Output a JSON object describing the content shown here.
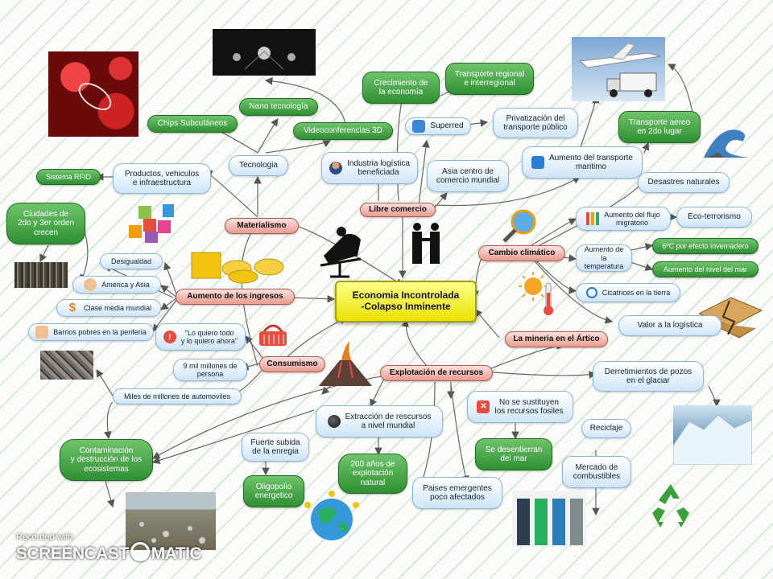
{
  "colors": {
    "green": "#2f8f33",
    "blue": "#cfe5f8",
    "red": "#e79c91",
    "central": "#e9e100"
  },
  "central": "Economia Incontrolada\n-Colapso Inminente",
  "green_nodes": {
    "nano": "Nano tecnología",
    "chips": "Chips Subcutáneos",
    "video": "Videoconferencias 3D",
    "crecimiento": "Crecimiento de\nla economía",
    "transporte_regional": "Transporte regional\ne interregional",
    "transporte_aereo": "Transporte aereo\nen 2do lugar",
    "sistema_rfid": "Sistema RFID",
    "ciudades": "Ciudades de\n2do y 3er orden\ncrecen",
    "grados": "6ºC por efecto invernadero",
    "nivel_mar": "Aumento del nivel del mar",
    "desentierran": "Se desentierran\ndel mar",
    "contaminacion": "Contaminación\ny destrucción de los\necosistemas",
    "oligopolio": "Oligopolio\nenergetico",
    "doscientos": "200 años de\nexplotación\nnatural"
  },
  "blue_nodes": {
    "superred": "Superred",
    "privatizacion": "Privatización del\ntransporte público",
    "industria": "Industria logística\nbeneficiada",
    "asia_centro": "Asia centro de\ncomercio mundial",
    "aumento_transporte": "Aumento del transporte\nmaritimo",
    "desastres": "Desastres naturales",
    "productos": "Productos, vehiculos\ne infraestructura",
    "tecnologia": "Tecnologia",
    "flujo": "Aumento del flujo\nmigratorio",
    "eco": "Eco-terrorismo",
    "temperatura": "Aumento de\nla temperatura",
    "cicatrices": "Cicatrices en la tierra",
    "valor": "Valor a la logística",
    "desigualdad": "Desigualdad",
    "america": "América y Asia",
    "clase_media": "Clase media mundial",
    "barrios": "Barrios pobres en la periferia",
    "quiero": "\"Lo quiero todo\ny lo quiero ahora\"",
    "nueve_mil": "9 mil millones de\npersona",
    "automoviles": "Miles de millones de automoviles",
    "extraccion": "Extracción de rescursos\na nivel mundial",
    "fuerte": "Fuerte subida\nde la enregia",
    "no_sustituyen": "No se sustituyen\nlos recursos fosiles",
    "derretimientos": "Derretimientos de pozos\nen el glaciar",
    "reciclaje": "Reciclaje",
    "mercado": "Mercado de\ncombustibles",
    "paises": "Paises emergentes\npoco afectados"
  },
  "red_nodes": {
    "libre": "Libre comercio",
    "materialismo": "Materialismo",
    "cambio": "Cambio climático",
    "aumento_ingresos": "Aumento de los ingresos",
    "mineria": "La mineria en el Ártico",
    "consumismo": "Consumismo",
    "explotacion": "Explotación de recursos"
  },
  "watermark": {
    "line1": "Recorded with",
    "line2": "SCREENCAST",
    "line3": "MATIC"
  }
}
